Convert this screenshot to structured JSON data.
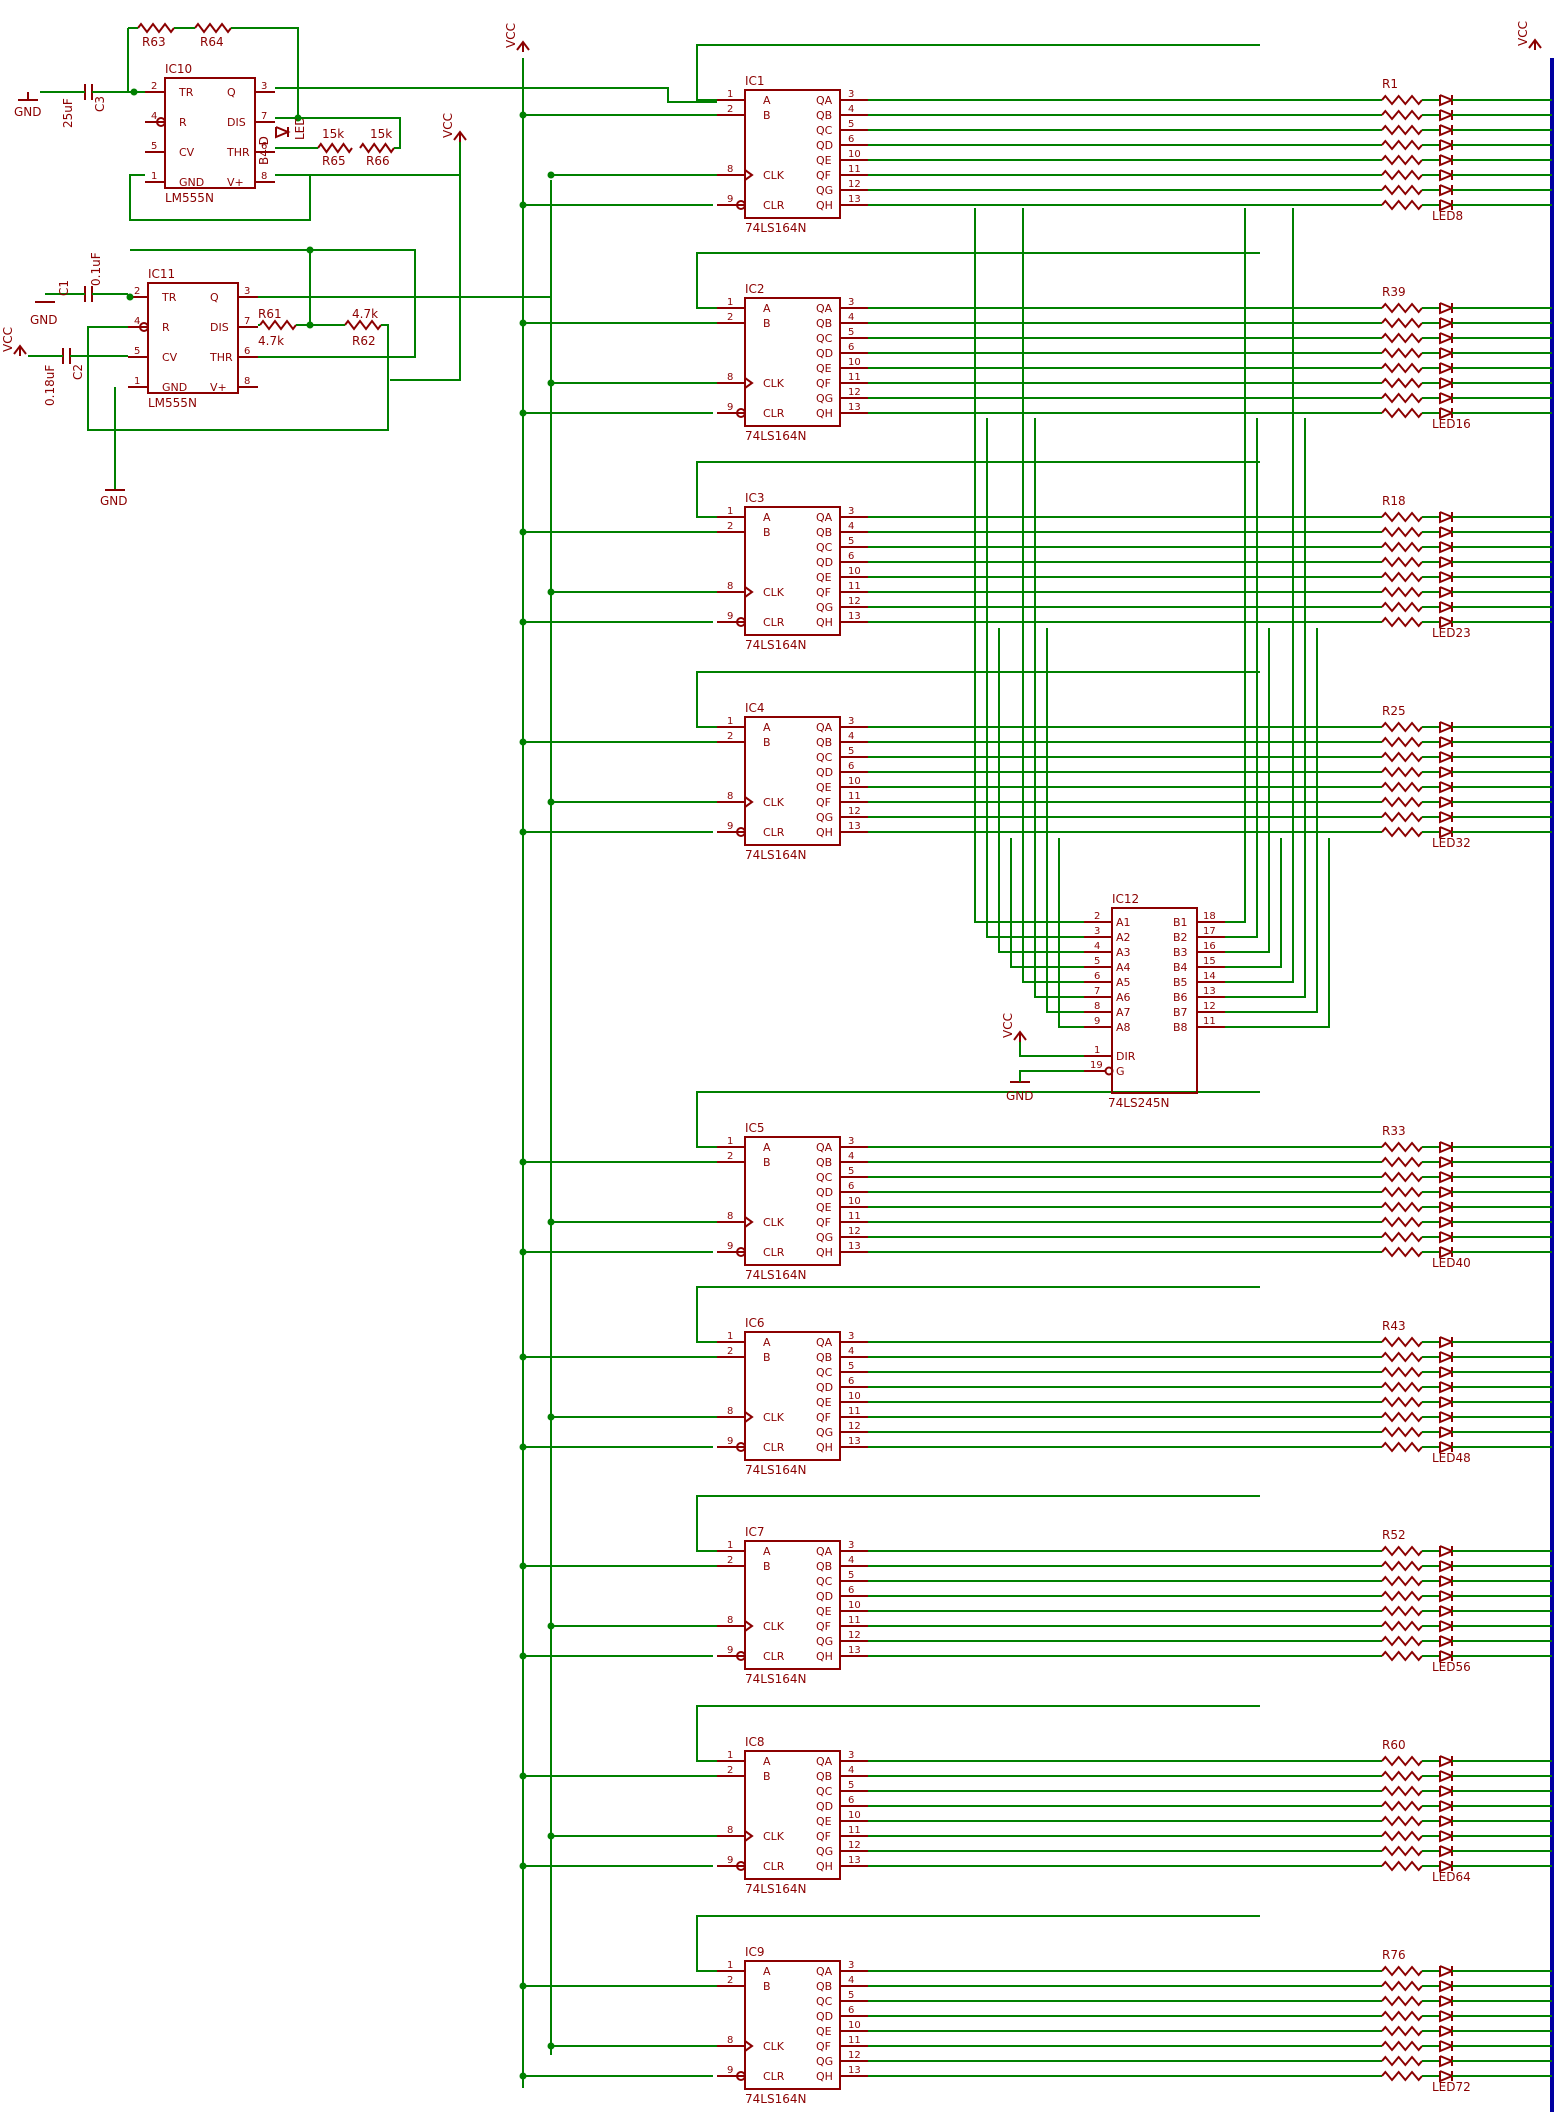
{
  "title": "",
  "colors": {
    "wire": "#008000",
    "part": "#8b0000",
    "bus": "#0000a0",
    "background": "#ffffff"
  },
  "supplies": {
    "vcc": "VCC",
    "gnd": "GND"
  },
  "timers": [
    {
      "name": "IC10",
      "type": "LM555N",
      "pins": [
        "TR",
        "R",
        "CV",
        "GND",
        "Q",
        "DIS",
        "THR",
        "V+"
      ],
      "nums": [
        "2",
        "4",
        "5",
        "1",
        "3",
        "7",
        "6",
        "8"
      ]
    },
    {
      "name": "IC11",
      "type": "LM555N",
      "pins": [
        "TR",
        "R",
        "CV",
        "GND",
        "Q",
        "DIS",
        "THR",
        "V+"
      ],
      "nums": [
        "2",
        "4",
        "5",
        "1",
        "3",
        "7",
        "6",
        "8"
      ]
    }
  ],
  "timer_parts": {
    "r63": "R63",
    "r64": "R64",
    "c3": "C3",
    "c3_val": "25uF",
    "led": "LED",
    "led_b": "B4 D",
    "r65": "R65",
    "r66": "R66",
    "r65_val": "15k",
    "r66_val": "15k",
    "c1": "C1",
    "c1_val": "0.1uF",
    "c2": "C2",
    "c2_val": "0.18uF",
    "r61": "R61",
    "r61_val": "4.7k",
    "r62": "R62",
    "r62_val": "4.7k"
  },
  "shift_registers": {
    "type": "74LS164N",
    "left_pins": [
      "A",
      "B",
      "CLK",
      "CLR"
    ],
    "left_nums": [
      "1",
      "2",
      "8",
      "9"
    ],
    "right_pins": [
      "QA",
      "QB",
      "QC",
      "QD",
      "QE",
      "QF",
      "QG",
      "QH"
    ],
    "right_nums": [
      "3",
      "4",
      "5",
      "6",
      "10",
      "11",
      "12",
      "13"
    ],
    "names": [
      "IC1",
      "IC2",
      "IC3",
      "IC4",
      "IC5",
      "IC6",
      "IC7",
      "IC8",
      "IC9"
    ]
  },
  "buffer": {
    "name": "IC12",
    "type": "74LS245N",
    "a_pins": [
      "A1",
      "A2",
      "A3",
      "A4",
      "A5",
      "A6",
      "A7",
      "A8"
    ],
    "a_nums": [
      "2",
      "3",
      "4",
      "5",
      "6",
      "7",
      "8",
      "9"
    ],
    "b_pins": [
      "B1",
      "B2",
      "B3",
      "B4",
      "B5",
      "B6",
      "B7",
      "B8"
    ],
    "b_nums": [
      "18",
      "17",
      "16",
      "15",
      "14",
      "13",
      "12",
      "11"
    ],
    "dir": "DIR",
    "dir_num": "1",
    "g": "G",
    "g_num": "19"
  },
  "led_groups": [
    {
      "resistor": "R1",
      "led": "LED8"
    },
    {
      "resistor": "R39",
      "led": "LED16"
    },
    {
      "resistor": "R18",
      "led": "LED23"
    },
    {
      "resistor": "R25",
      "led": "LED32"
    },
    {
      "resistor": "R33",
      "led": "LED40"
    },
    {
      "resistor": "R43",
      "led": "LED48"
    },
    {
      "resistor": "R52",
      "led": "LED56"
    },
    {
      "resistor": "R60",
      "led": "LED64"
    },
    {
      "resistor": "R76",
      "led": "LED72"
    }
  ]
}
